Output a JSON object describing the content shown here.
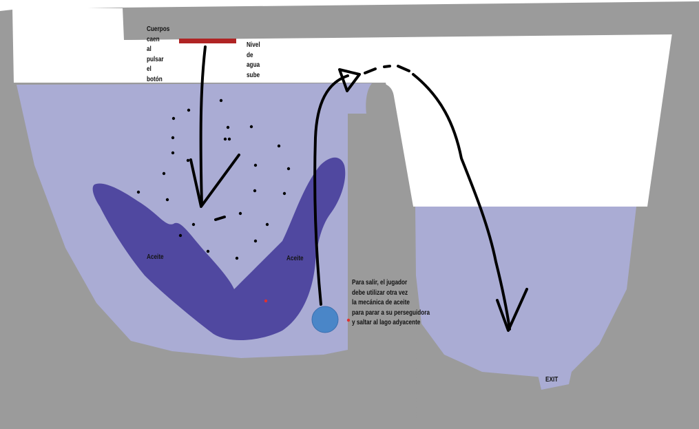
{
  "labels": {
    "button_note": "Cuerpos\ncaen\nal\npulsar\nel\nbotón",
    "water_note": "Nivel\nde\nagua\nsube",
    "oil_left": "Aceite",
    "oil_right": "Aceite",
    "escape_note": "Para salir, el jugador\ndebe utilizar otra vez\nla mecánica de aceite\npara parar a su perseguidora\ny saltar al lago adyacente",
    "exit": "EXIT"
  },
  "colors": {
    "rock": "#9b9b9b",
    "sky": "#ffffff",
    "water": "#aaacd4",
    "oil": "#5048a0",
    "button": "#b02424",
    "player": "#4a86c8",
    "marker": "#e03030",
    "path": "#000000"
  }
}
